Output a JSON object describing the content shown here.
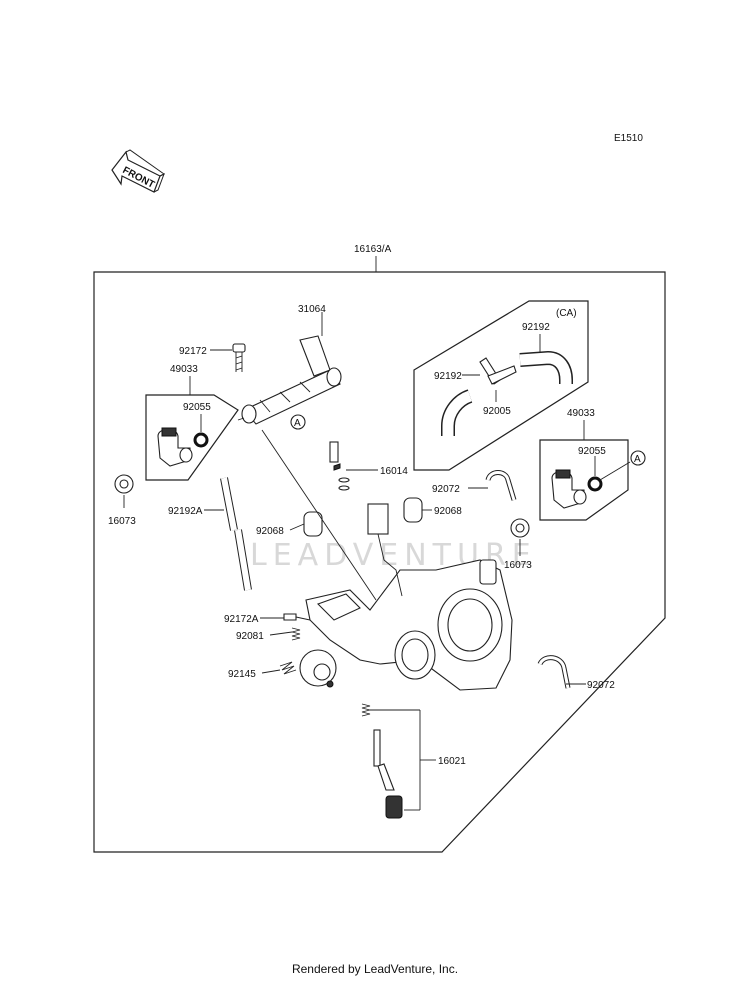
{
  "diagram": {
    "code": "E1510",
    "front_label": "FRONT",
    "assembly_label": "16163/A",
    "watermark": "LEADVENTURE",
    "ca_label": "(CA)",
    "ref_mark": "A",
    "parts": {
      "p31064": "31064",
      "p92172_top": "92172",
      "p49033_left": "49033",
      "p92055_left": "92055",
      "p16073_left": "16073",
      "p92192a": "92192A",
      "p92068_left": "92068",
      "p92068_right": "92068",
      "p16014": "16014",
      "p92072_top": "92072",
      "p92192_top": "92192",
      "p92192_left": "92192",
      "p92005": "92005",
      "p49033_right": "49033",
      "p92055_right": "92055",
      "p16073_right": "16073",
      "p92172a": "92172A",
      "p92081": "92081",
      "p92145": "92145",
      "p92072_bottom": "92072",
      "p16021": "16021"
    }
  },
  "footer": "Rendered by LeadVenture, Inc."
}
